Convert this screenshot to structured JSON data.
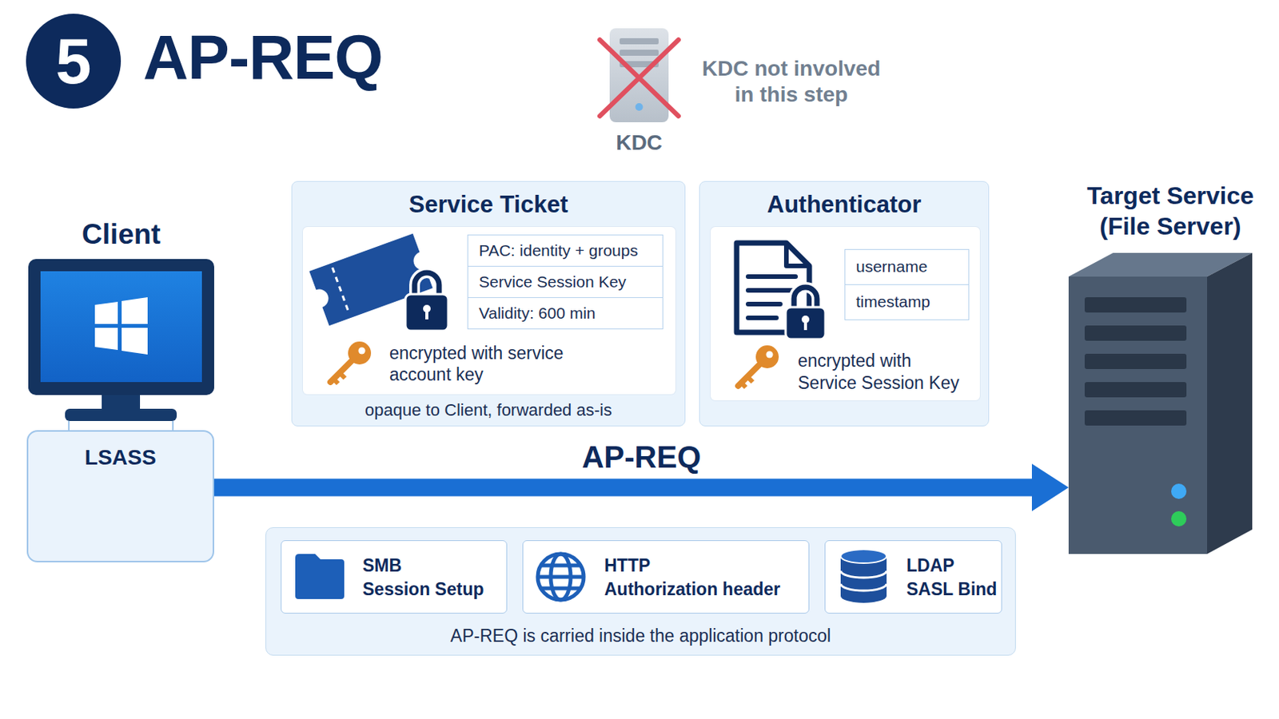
{
  "diagram": {
    "title": "AP-REQ",
    "nodes": [
      {
        "text": [
          "KDC"
        ]
      },
      {
        "text": [
          "Client"
        ]
      },
      {
        "text": [
          "LSASS"
        ]
      },
      {
        "text": [
          "Service Ticket",
          "opaque to Client, forwarded as-is"
        ]
      },
      {
        "text": [
          "encrypted with service account key"
        ],
        "in": 3
      },
      {
        "text": [
          "PAC: identity + groups"
        ],
        "in": 4
      },
      {
        "text": [
          "Service Session Key"
        ],
        "in": 4
      },
      {
        "text": [
          "Validity: 600 min"
        ],
        "in": 4
      },
      {
        "text": [
          "Authenticator"
        ]
      },
      {
        "text": [
          "encrypted with Service Session Key"
        ],
        "in": 8
      },
      {
        "text": [
          "username"
        ],
        "in": 9
      },
      {
        "text": [
          "timestamp"
        ],
        "in": 9
      },
      {
        "text": [
          "Target Service (File Server)"
        ]
      },
      {
        "text": [
          "AP-REQ is carried inside the application protocol"
        ]
      },
      {
        "text": [
          "SMB Session Setup"
        ],
        "in": 13
      },
      {
        "text": [
          "HTTP Authorization header"
        ],
        "in": 13
      },
      {
        "text": [
          "LDAP SASL Bind"
        ],
        "in": 13
      }
    ],
    "edges": [
      {
        "from": 2,
        "to": 12,
        "label": "AP-REQ",
        "arrow": "to"
      }
    ],
    "labels": [
      "5",
      "KDC not involved in this step"
    ]
  }
}
